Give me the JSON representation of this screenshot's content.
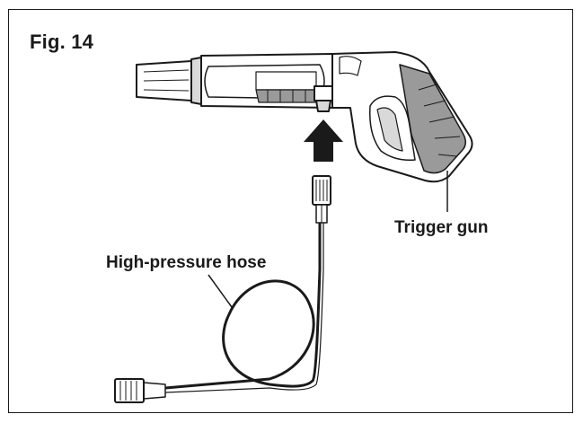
{
  "figure": {
    "title": "Fig. 14"
  },
  "labels": {
    "trigger_gun": "Trigger gun",
    "high_pressure_hose": "High-pressure hose"
  },
  "colors": {
    "line": "#1a1a1a",
    "fill_light": "#d9d9d9",
    "fill_mid": "#9a9a9a",
    "background": "#ffffff"
  },
  "icons": {
    "arrow": "up-arrow-icon"
  }
}
